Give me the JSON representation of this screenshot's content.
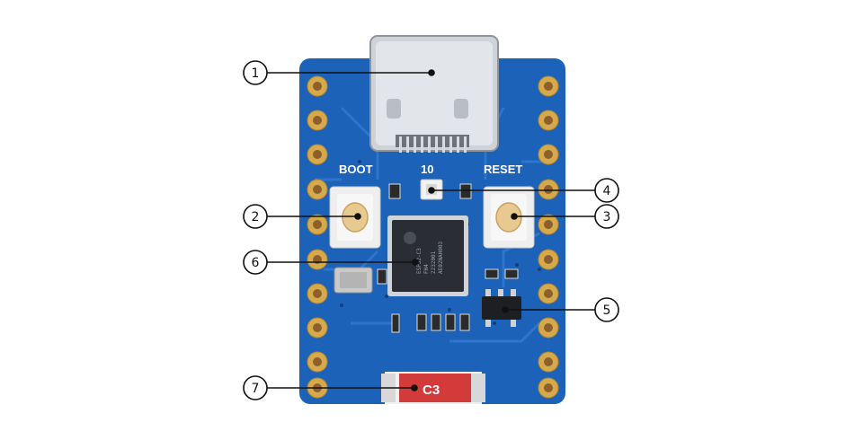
{
  "board": {
    "silkscreen": {
      "boot": "BOOT",
      "reset": "RESET",
      "pin": "10"
    },
    "chip_marking": [
      "ESP32-C3",
      "FH4",
      "2232001",
      "AE02NAH003"
    ],
    "antenna_marking": "C3"
  },
  "callouts": [
    {
      "number": "1",
      "target": "usb-c-connector"
    },
    {
      "number": "2",
      "target": "boot-button"
    },
    {
      "number": "3",
      "target": "reset-button"
    },
    {
      "number": "4",
      "target": "rgb-led"
    },
    {
      "number": "5",
      "target": "ldo-regulator"
    },
    {
      "number": "6",
      "target": "esp32-c3-chip"
    },
    {
      "number": "7",
      "target": "ceramic-antenna"
    }
  ],
  "colors": {
    "pcb": "#1b62b8",
    "pcb_trace": "#2f78d0",
    "gold": "#d6a94a",
    "connector_metal": "#cfd3d8",
    "chip": "#2a2d33",
    "antenna": "#d33a3a",
    "button_cap": "#e8c98f"
  }
}
